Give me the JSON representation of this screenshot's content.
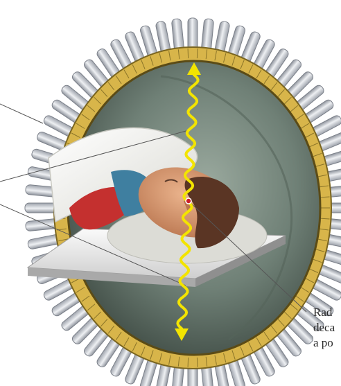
{
  "figure": {
    "callout_lines": [
      "Rad",
      "deca",
      "a po"
    ]
  },
  "colors": {
    "ring_gold": "#d8b54a",
    "crystal_silver": "#c9ccd3",
    "bore_interior": "#6f8076",
    "gamma_ray": "#f3e400",
    "table": "#e9e9e9",
    "sheet": "#f2f2ee",
    "gown_blue": "#3f7fa0",
    "shirt_red": "#c4302f",
    "skin": "#d99a72",
    "hair": "#5a3524",
    "annihilation_point": "#cc1f2a"
  },
  "icons": [
    "detector-crystal-icon",
    "gamma-ray-arrow-icon",
    "annihilation-point-icon"
  ]
}
